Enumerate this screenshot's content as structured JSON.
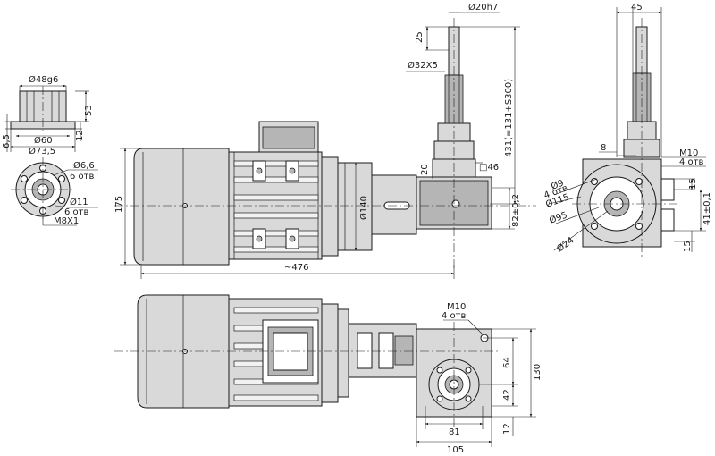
{
  "views": {
    "flange_side": {
      "dim_d48": "Ø48g6",
      "dim_53": "53",
      "dim_12": "12",
      "dim_d60": "Ø60",
      "dim_65": "6,5",
      "dim_d735": "Ø73,5",
      "dim_d66": "Ø6,6",
      "dim_6otv_a": "6 отв",
      "dim_d11": "Ø11",
      "dim_6otv_b": "6 отв",
      "dim_m8": "M8X1"
    },
    "main_elevation": {
      "dim_175": "175",
      "dim_d140": "Ø140",
      "dim_476": "~476",
      "dim_20": "20",
      "dim_sq46": "□46",
      "dim_82": "82±0,2",
      "dim_d20h7": "Ø20h7",
      "dim_25": "25",
      "dim_d32x5": "Ø32X5",
      "dim_431": "431(=131+S300)"
    },
    "end_view": {
      "dim_45": "45",
      "dim_8": "8",
      "dim_m10": "M10",
      "dim_4otv_a": "4 отв",
      "dim_d9": "Ø9",
      "dim_4otv_b": "4 отв",
      "dim_d115": "Ø115",
      "dim_d95": "Ø95",
      "dim_d24": "Ø24",
      "dim_15a": "15",
      "dim_41": "41±0,1",
      "dim_15b": "15"
    },
    "plan_view": {
      "dim_m10": "M10",
      "dim_4otv": "4 отв",
      "dim_64": "64",
      "dim_130": "130",
      "dim_42": "42",
      "dim_81": "81",
      "dim_105": "105",
      "dim_12": "12"
    }
  },
  "colors": {
    "line": "#1a1a1a",
    "fill": "#d9d9d9",
    "fill_dark": "#b5b5b5",
    "background": "#ffffff"
  }
}
